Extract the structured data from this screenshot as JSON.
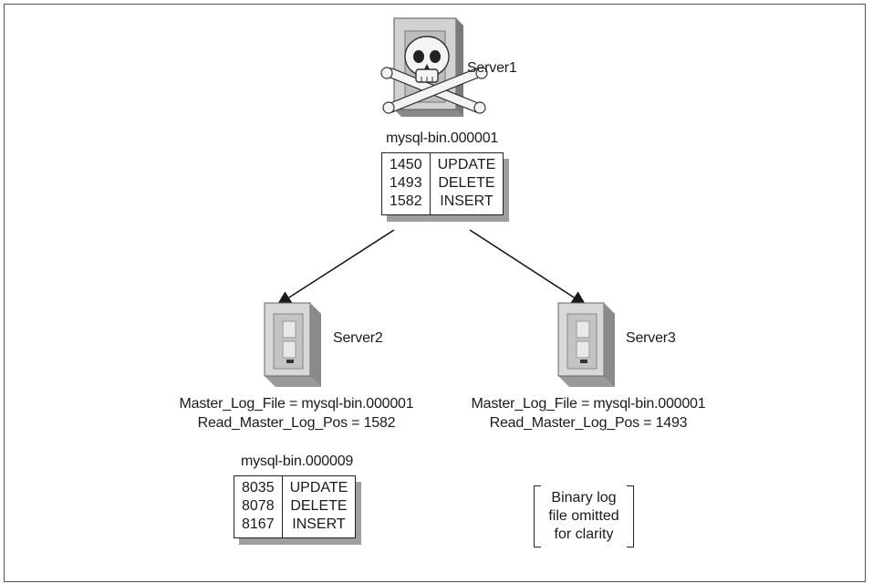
{
  "server1": {
    "label": "Server1",
    "binlog_name": "mysql-bin.000001",
    "binlog_entries": [
      {
        "pos": "1450",
        "op": "UPDATE"
      },
      {
        "pos": "1493",
        "op": "DELETE"
      },
      {
        "pos": "1582",
        "op": "INSERT"
      }
    ]
  },
  "server2": {
    "label": "Server2",
    "master_log_file": "Master_Log_File = mysql-bin.000001",
    "read_master_log_pos": "Read_Master_Log_Pos = 1582",
    "binlog_name": "mysql-bin.000009",
    "binlog_entries": [
      {
        "pos": "8035",
        "op": "UPDATE"
      },
      {
        "pos": "8078",
        "op": "DELETE"
      },
      {
        "pos": "8167",
        "op": "INSERT"
      }
    ]
  },
  "server3": {
    "label": "Server3",
    "master_log_file": "Master_Log_File = mysql-bin.000001",
    "read_master_log_pos": "Read_Master_Log_Pos = 1493",
    "note": [
      "Binary log",
      "file omitted",
      "for clarity"
    ]
  },
  "colors": {
    "line": "#1a1a1a",
    "server_fill": "#d6d6d6",
    "server_dark": "#8a8a8a",
    "shadow": "#9e9e9e"
  },
  "icons": {
    "server1": "failed-server-skull-icon",
    "server2": "server-tower-icon",
    "server3": "server-tower-icon"
  }
}
